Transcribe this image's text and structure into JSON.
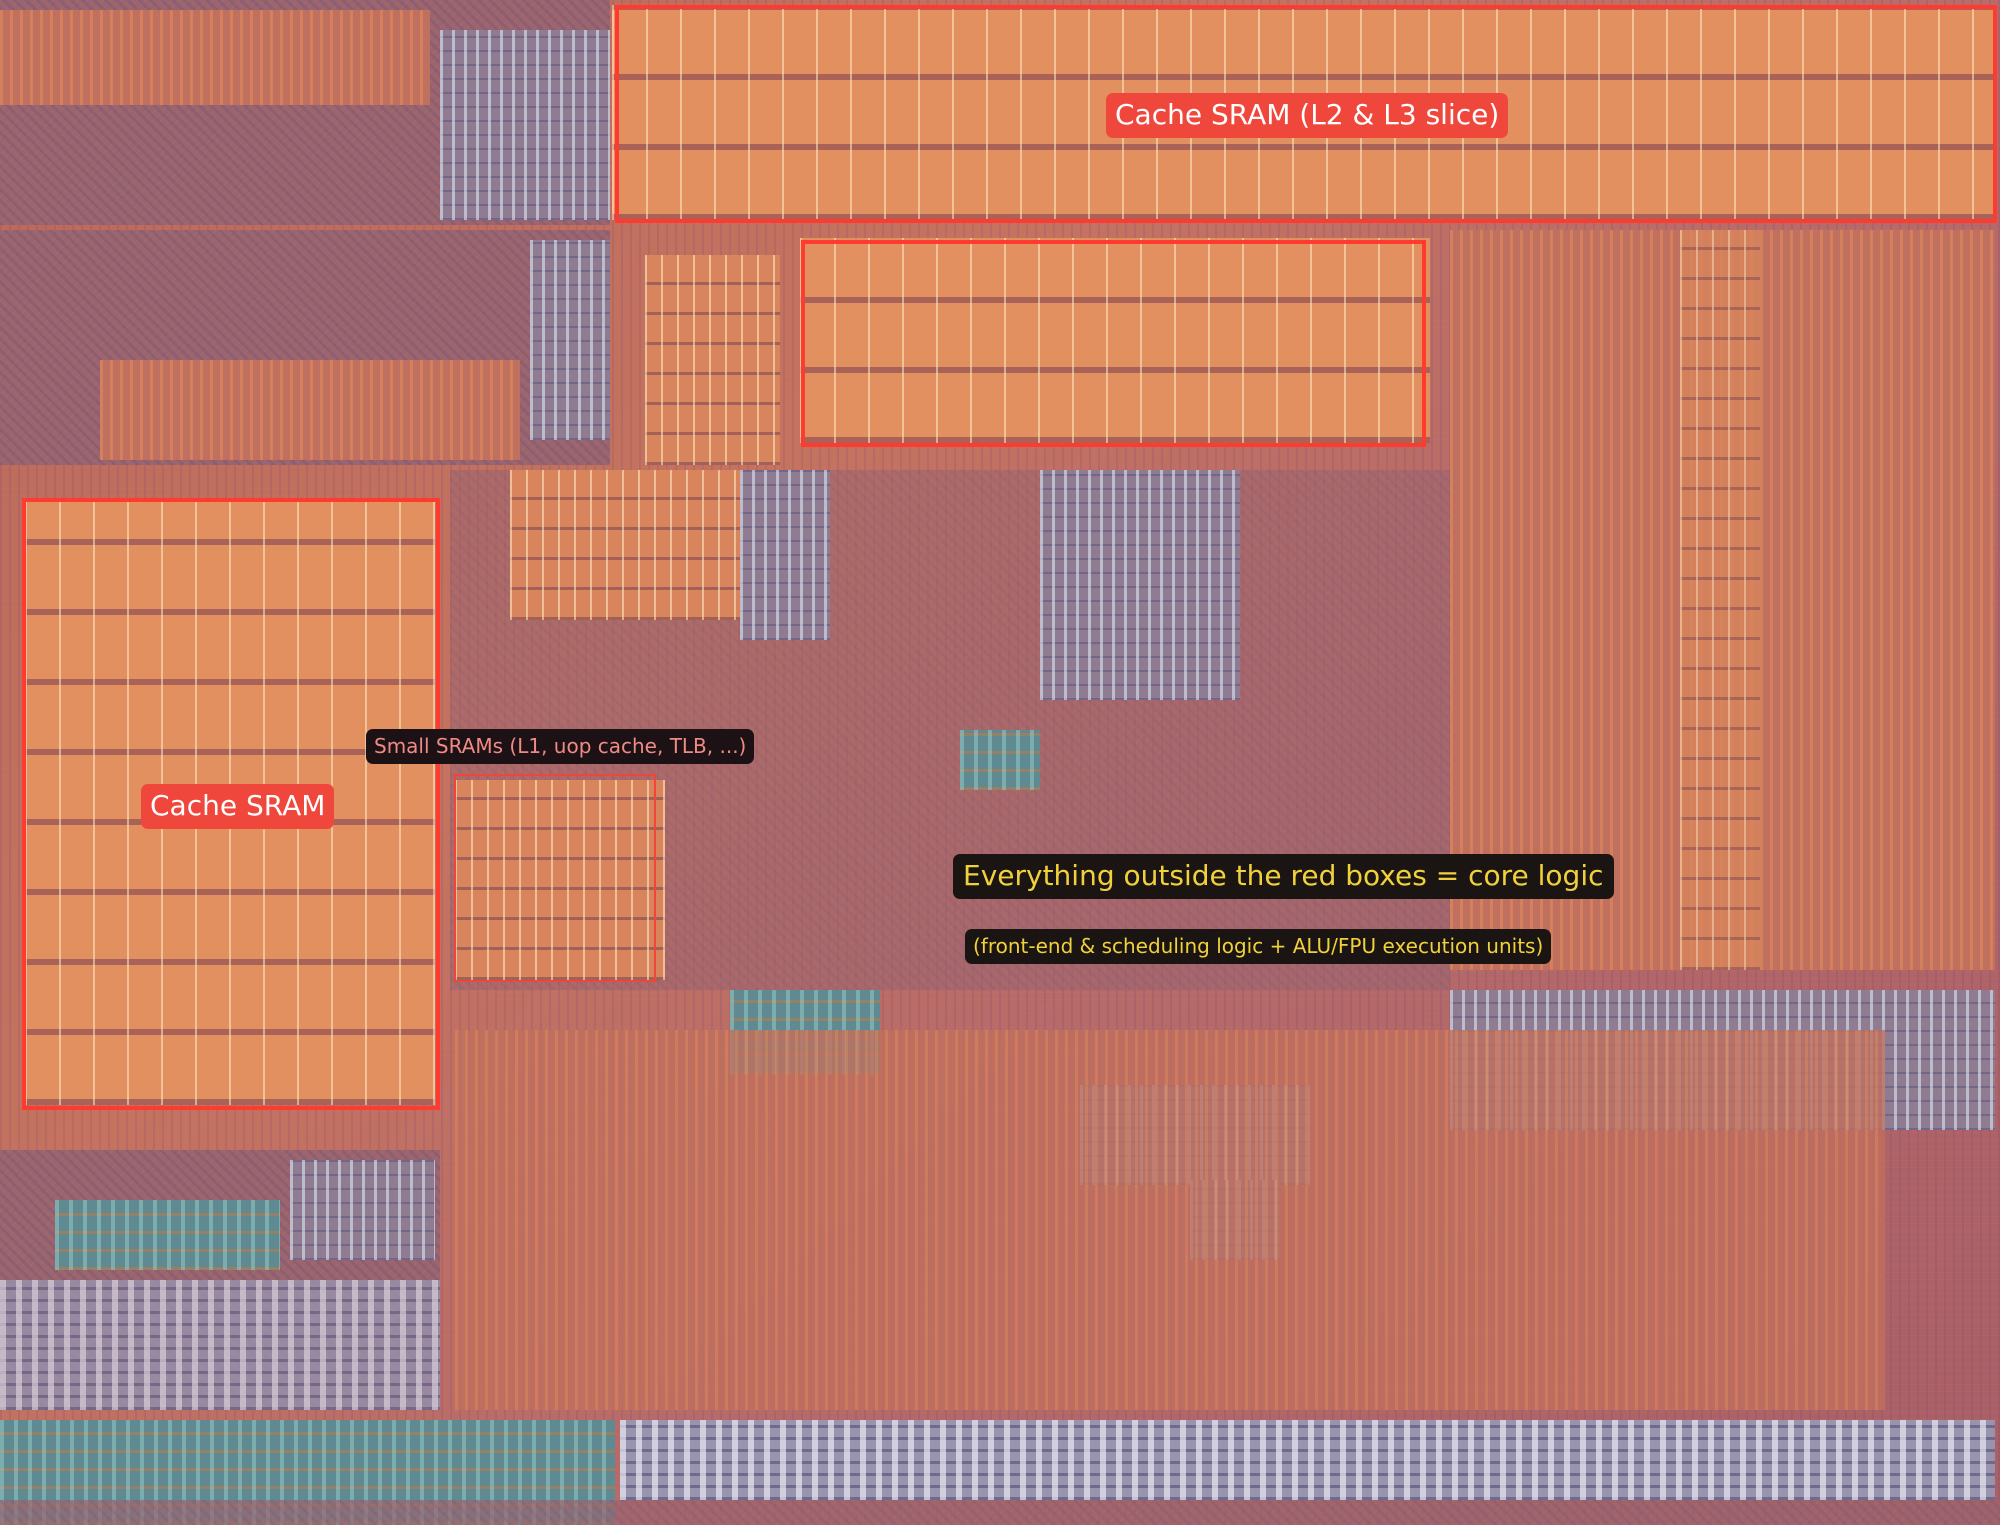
{
  "labels": {
    "cache_l2_l3": "Cache SRAM (L2 & L3 slice)",
    "cache_left": "Cache SRAM",
    "small_srams": "Small SRAMs (L1, uop cache, TLB, ...)",
    "core_logic": "Everything outside the red boxes = core logic",
    "core_logic_detail": "(front-end & scheduling logic + ALU/FPU execution units)"
  },
  "colors": {
    "highlight_box": "#ff3b30",
    "label_red_bg": "#f0473d",
    "label_dark_bg": "#1c1216",
    "label_yellow_text": "#f1d13b",
    "label_pink_text": "#f08a84"
  }
}
